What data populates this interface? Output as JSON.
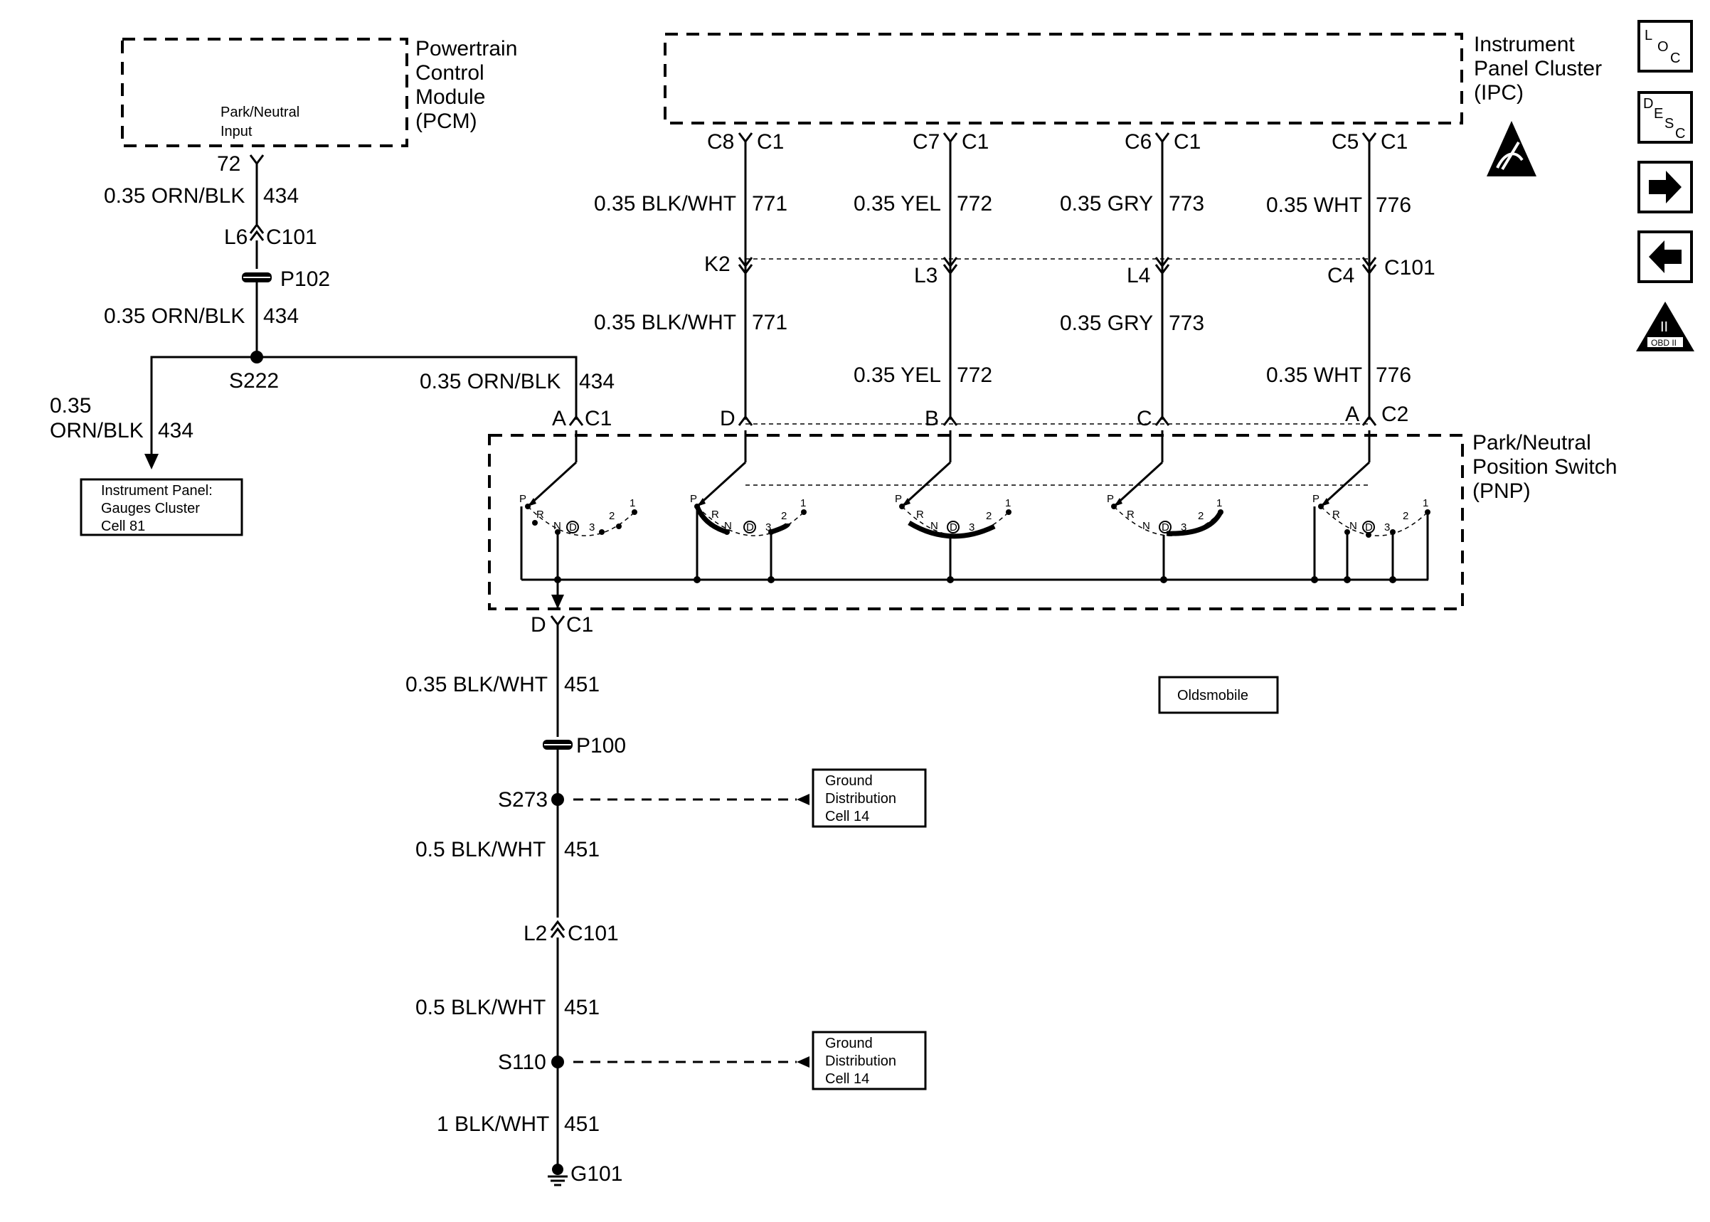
{
  "modules": {
    "pcm": {
      "title_lines": [
        "Powertrain",
        "Control",
        "Module",
        "(PCM)"
      ],
      "input_lines": [
        "Park/Neutral",
        "Input"
      ],
      "pin": "72"
    },
    "ipc": {
      "title_lines": [
        "Instrument",
        "Panel Cluster",
        "(IPC)"
      ]
    },
    "pnp": {
      "title_lines": [
        "Park/Neutral",
        "Position Switch",
        "(PNP)"
      ]
    }
  },
  "pcm_circuit": {
    "wire_upper": {
      "gauge_color": "0.35 ORN/BLK",
      "circuit": "434"
    },
    "connector": {
      "pin": "L6",
      "name": "C101"
    },
    "splice_pack": "P102",
    "wire_lower": {
      "gauge_color": "0.35 ORN/BLK",
      "circuit": "434"
    },
    "splice": "S222",
    "branch_left": {
      "gauge_color_lines": [
        "0.35",
        "ORN/BLK"
      ],
      "circuit": "434"
    },
    "branch_right": {
      "gauge_color": "0.35 ORN/BLK",
      "circuit": "434"
    },
    "pnp_connector": {
      "pin": "A",
      "name": "C1"
    }
  },
  "ref_boxes": {
    "gauges": [
      "Instrument Panel:",
      "Gauges Cluster",
      "Cell 81"
    ],
    "ground_1": [
      "Ground",
      "Distribution",
      "Cell 14"
    ],
    "ground_2": [
      "Ground",
      "Distribution",
      "Cell 14"
    ],
    "oldsmobile": "Oldsmobile"
  },
  "ipc_wires": [
    {
      "ipc_pin": "C8",
      "ipc_conn": "C1",
      "upper_wire": "0.35 BLK/WHT",
      "circuit": "771",
      "c101_pin": "K2",
      "lower_wire": "0.35 BLK/WHT",
      "pnp_pin": "D"
    },
    {
      "ipc_pin": "C7",
      "ipc_conn": "C1",
      "upper_wire": "0.35 YEL",
      "circuit": "772",
      "c101_pin": "L3",
      "lower_wire": "0.35 YEL",
      "pnp_pin": "B"
    },
    {
      "ipc_pin": "C6",
      "ipc_conn": "C1",
      "upper_wire": "0.35 GRY",
      "circuit": "773",
      "c101_pin": "L4",
      "lower_wire": "0.35 GRY",
      "pnp_pin": "C"
    },
    {
      "ipc_pin": "C5",
      "ipc_conn": "C1",
      "upper_wire": "0.35 WHT",
      "circuit": "776",
      "c101_pin": "C4",
      "lower_wire": "0.35 WHT",
      "pnp_pin": "A"
    }
  ],
  "c101_label": "C101",
  "pnp_c2": "C2",
  "switch_positions": [
    "P",
    "R",
    "N",
    "D",
    "3",
    "2",
    "1"
  ],
  "ground_path": {
    "pnp_out": {
      "pin": "D",
      "name": "C1"
    },
    "wire1": {
      "gauge_color": "0.35 BLK/WHT",
      "circuit": "451"
    },
    "splice_pack": "P100",
    "splice1": "S273",
    "wire2": {
      "gauge_color": "0.5 BLK/WHT",
      "circuit": "451"
    },
    "connector": {
      "pin": "L2",
      "name": "C101"
    },
    "wire3": {
      "gauge_color": "0.5 BLK/WHT",
      "circuit": "451"
    },
    "splice2": "S110",
    "wire4": {
      "gauge_color": "1 BLK/WHT",
      "circuit": "451"
    },
    "ground": "G101"
  },
  "side_icons": [
    {
      "name": "loc-icon",
      "letters": [
        "L",
        "O",
        "C"
      ]
    },
    {
      "name": "desc-icon",
      "letters": [
        "D",
        "E",
        "S",
        "C"
      ]
    },
    {
      "name": "arrow-right-icon"
    },
    {
      "name": "arrow-left-icon"
    },
    {
      "name": "obd-ii-icon",
      "letters": [
        "II",
        "OBD II"
      ]
    }
  ]
}
